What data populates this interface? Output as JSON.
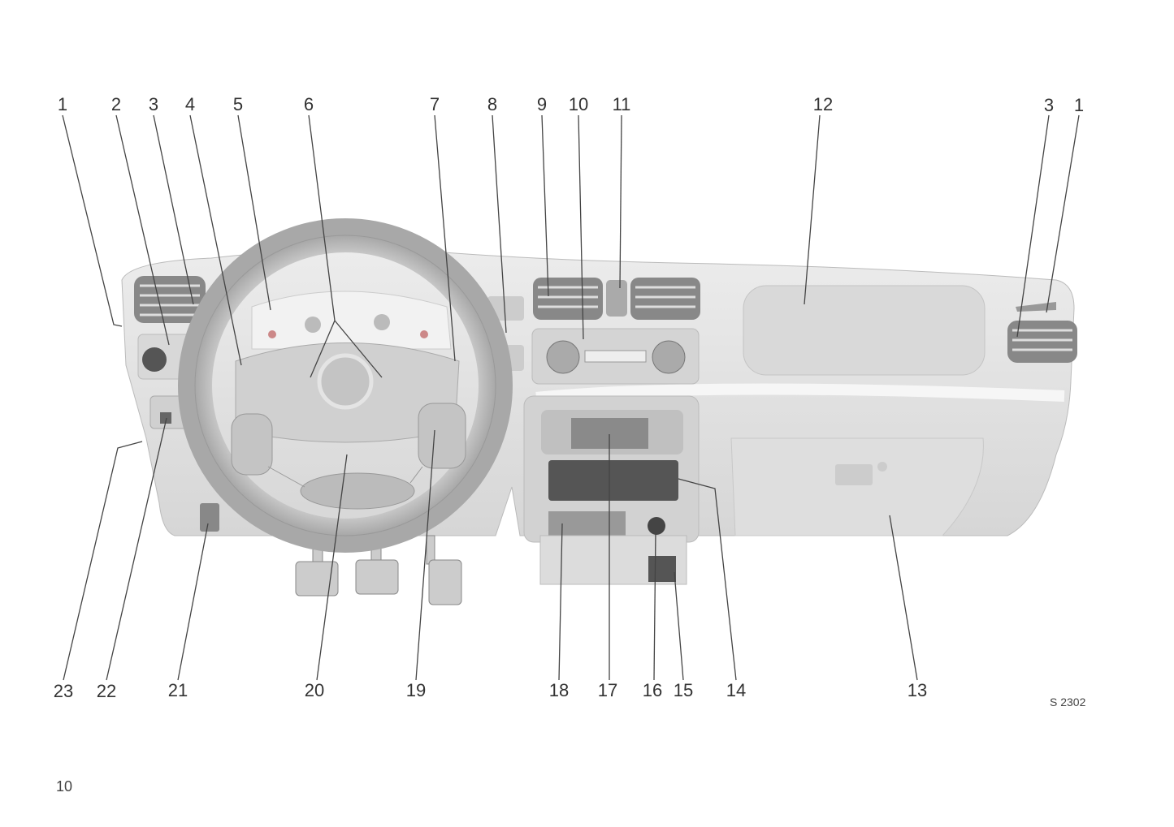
{
  "figure": {
    "top_labels": [
      "1",
      "2",
      "3",
      "4",
      "5",
      "6",
      "7",
      "8",
      "9",
      "10",
      "11",
      "12",
      "3",
      "1"
    ],
    "bottom_labels": [
      "23",
      "22",
      "21",
      "20",
      "19",
      "18",
      "17",
      "16",
      "15",
      "14",
      "13"
    ],
    "figure_code": "S 2302"
  },
  "page": {
    "number": "10"
  },
  "colors": {
    "panel": "#e4e4e4",
    "panel_dark": "#b8b8b8",
    "line": "#444444"
  }
}
